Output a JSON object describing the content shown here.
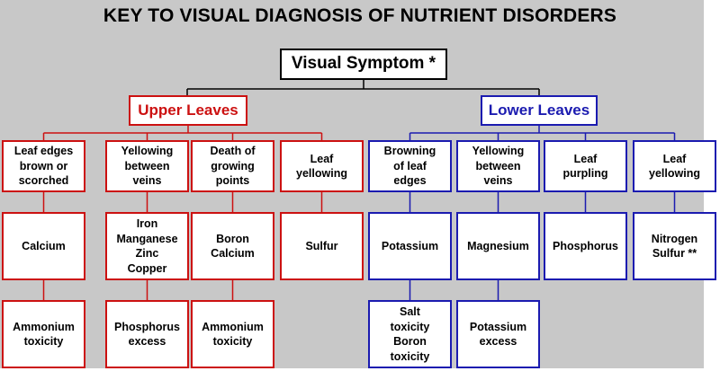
{
  "title": "KEY TO VISUAL DIAGNOSIS OF NUTRIENT DISORDERS",
  "root": "Visual Symptom *",
  "colors": {
    "background": "#c8c8c8",
    "upper": "#cc1111",
    "lower": "#1b1bb0",
    "root": "#000000"
  },
  "upper": {
    "label": "Upper Leaves",
    "symptoms": [
      {
        "label": "Leaf edges\nbrown or\nscorched",
        "causes": [
          "Calcium",
          "Ammonium\ntoxicity"
        ]
      },
      {
        "label": "Yellowing\nbetween\nveins",
        "causes": [
          "Iron\nManganese\nZinc\nCopper",
          "Phosphorus\nexcess"
        ]
      },
      {
        "label": "Death of\ngrowing\npoints",
        "causes": [
          "Boron\nCalcium",
          "Ammonium\ntoxicity"
        ]
      },
      {
        "label": "Leaf\nyellowing",
        "causes": [
          "Sulfur"
        ]
      }
    ]
  },
  "lower": {
    "label": "Lower Leaves",
    "symptoms": [
      {
        "label": "Browning\nof leaf\nedges",
        "causes": [
          "Potassium",
          "Salt\ntoxicity\nBoron\ntoxicity"
        ]
      },
      {
        "label": "Yellowing\nbetween\nveins",
        "causes": [
          "Magnesium",
          "Potassium\nexcess"
        ]
      },
      {
        "label": "Leaf\npurpling",
        "causes": [
          "Phosphorus"
        ]
      },
      {
        "label": "Leaf\nyellowing",
        "causes": [
          "Nitrogen\nSulfur **"
        ]
      }
    ]
  }
}
